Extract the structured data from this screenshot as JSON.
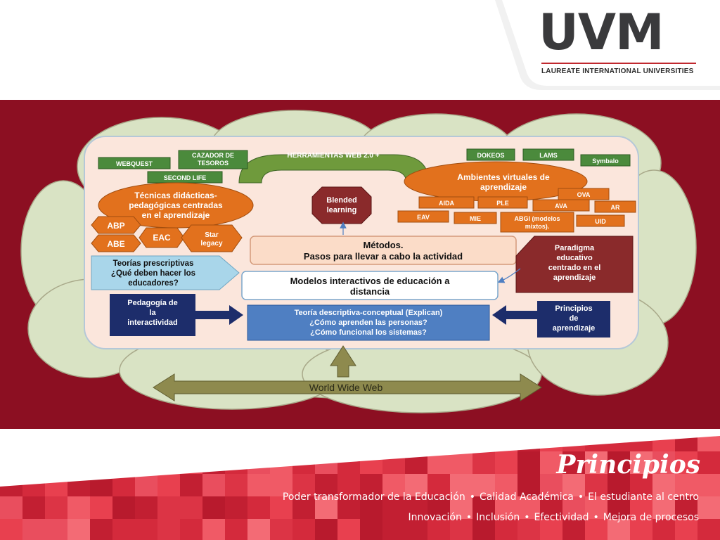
{
  "header": {
    "logo_text": "UVM",
    "logo_subtitle": "LAUREATE INTERNATIONAL UNIVERSITIES"
  },
  "diagram": {
    "webquest": "WEBQUEST",
    "cazador_line1": "CAZADOR DE",
    "cazador_line2": "TESOROS",
    "second_life": "SECOND LIFE",
    "herramientas": "HERRAMIENTAS WEB 2.0 +",
    "dokeos": "DOKEOS",
    "lams": "LAMS",
    "symbaloo": "Symbalo",
    "tecnicas_line1": "Técnicas didácticas-",
    "tecnicas_line2": "pedagógicas centradas",
    "tecnicas_line3": "en el aprendizaje",
    "blended_line1": "Blended",
    "blended_line2": "learning",
    "ambientes_line1": "Ambientes virtuales de",
    "ambientes_line2": "aprendizaje",
    "ova": "OVA",
    "aida": "AIDA",
    "ple": "PLE",
    "ava": "AVA",
    "ar": "AR",
    "eav": "EAV",
    "mie": "MIE",
    "abgi_line1": "ABGI (modelos",
    "abgi_line2": "mixtos).",
    "uid": "UID",
    "abp": "ABP",
    "abe": "ABE",
    "eac": "EAC",
    "star_line1": "Star",
    "star_line2": "legacy",
    "metodos_line1": "Métodos.",
    "metodos_line2": "Pasos para llevar a cabo la  actividad",
    "paradigma_line1": "Paradigma",
    "paradigma_line2": "educativo",
    "paradigma_line3": "centrado en el",
    "paradigma_line4": "aprendizaje",
    "teorias_line1": "Teorías prescriptivas",
    "teorias_line2": "¿Qué deben hacer los",
    "teorias_line3": "educadores?",
    "modelos_line1": "Modelos interactivos de educación a",
    "modelos_line2": "distancia",
    "pedagogia_line1": "Pedagogía de",
    "pedagogia_line2": "la",
    "pedagogia_line3": "interactividad",
    "teoria_desc_line1": "Teoría descriptiva-conceptual (Explican)",
    "teoria_desc_line2": "¿Cómo aprenden las personas?",
    "teoria_desc_line3": "¿Cómo funcional los sistemas?",
    "principios_line1": "Principios",
    "principios_line2": "de",
    "principios_line3": "aprendizaje",
    "www": "World Wide Web"
  },
  "footer": {
    "title": "Principios",
    "line1": [
      "Poder transformador de la Educación",
      "Calidad Académica",
      "El estudiante al centro"
    ],
    "line2": [
      "Innovación",
      "Inclusión",
      "Efectividad",
      "Mejora de procesos"
    ],
    "bullet": "•"
  },
  "colors": {
    "panel": "#8c0f22",
    "green_box": "#4b8a3c",
    "orange": "#e2711d",
    "dark_red_box": "#8a2a2b",
    "navy": "#1d2d6b",
    "blue_box": "#4f7fc2",
    "light_blue": "#a9d6ea",
    "cloud": "#d9e3c4",
    "inner": "#fbe6dc"
  }
}
